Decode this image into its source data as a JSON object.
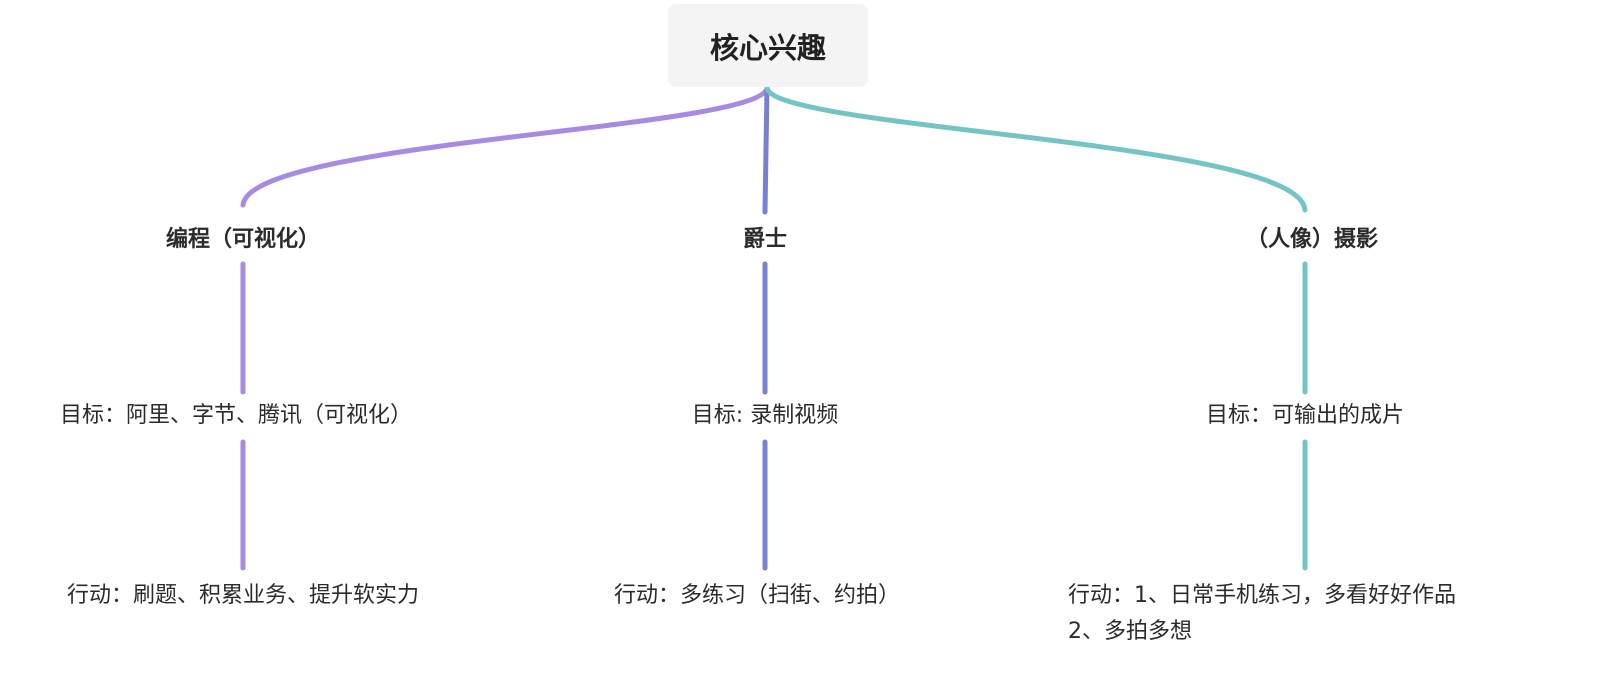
{
  "root": {
    "label": "核心兴趣"
  },
  "colors": {
    "programming": "#a78be0",
    "jazz": "#7681d4",
    "photography": "#72c5c4"
  },
  "branches": [
    {
      "title": "编程（可视化）",
      "goal": "目标：阿里、字节、腾讯（可视化）",
      "action": "行动：刷题、积累业务、提升软实力"
    },
    {
      "title": "爵士",
      "goal": "目标: 录制视频",
      "action": "行动：多练习（扫街、约拍）"
    },
    {
      "title": "（人像）摄影",
      "goal": "目标：可输出的成片",
      "action_line1": "行动：1、日常手机练习，多看好好作品",
      "action_line2": "2、多拍多想"
    }
  ]
}
